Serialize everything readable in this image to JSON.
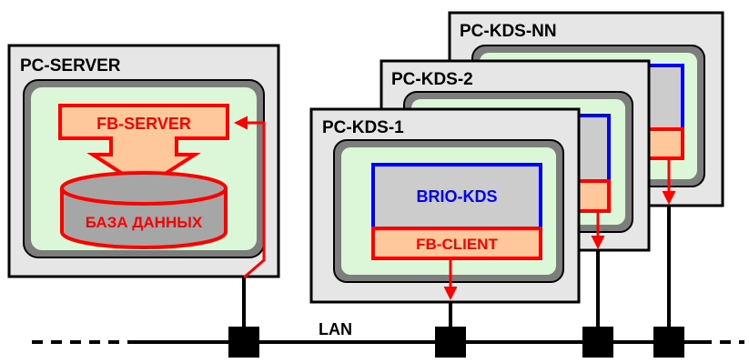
{
  "diagram": {
    "server": {
      "title": "PC-SERVER",
      "fb_server": "FB-SERVER",
      "database": "БАЗА ДАННЫХ"
    },
    "clients": [
      {
        "title": "PC-KDS-1",
        "app": "BRIO-KDS",
        "fb_client": "FB-CLIENT"
      },
      {
        "title": "PC-KDS-2"
      },
      {
        "title": "PC-KDS-NN"
      }
    ],
    "network": {
      "label": "LAN"
    },
    "colors": {
      "pc_fill": "#e6e6e6",
      "screen_fill": "#dcf7d7",
      "accent_red": "#ff0000",
      "app_blue": "#0000ff",
      "fb_fill": "#ffc89a",
      "db_fill": "#a6a6a6",
      "app_fill": "#cccccc"
    }
  }
}
